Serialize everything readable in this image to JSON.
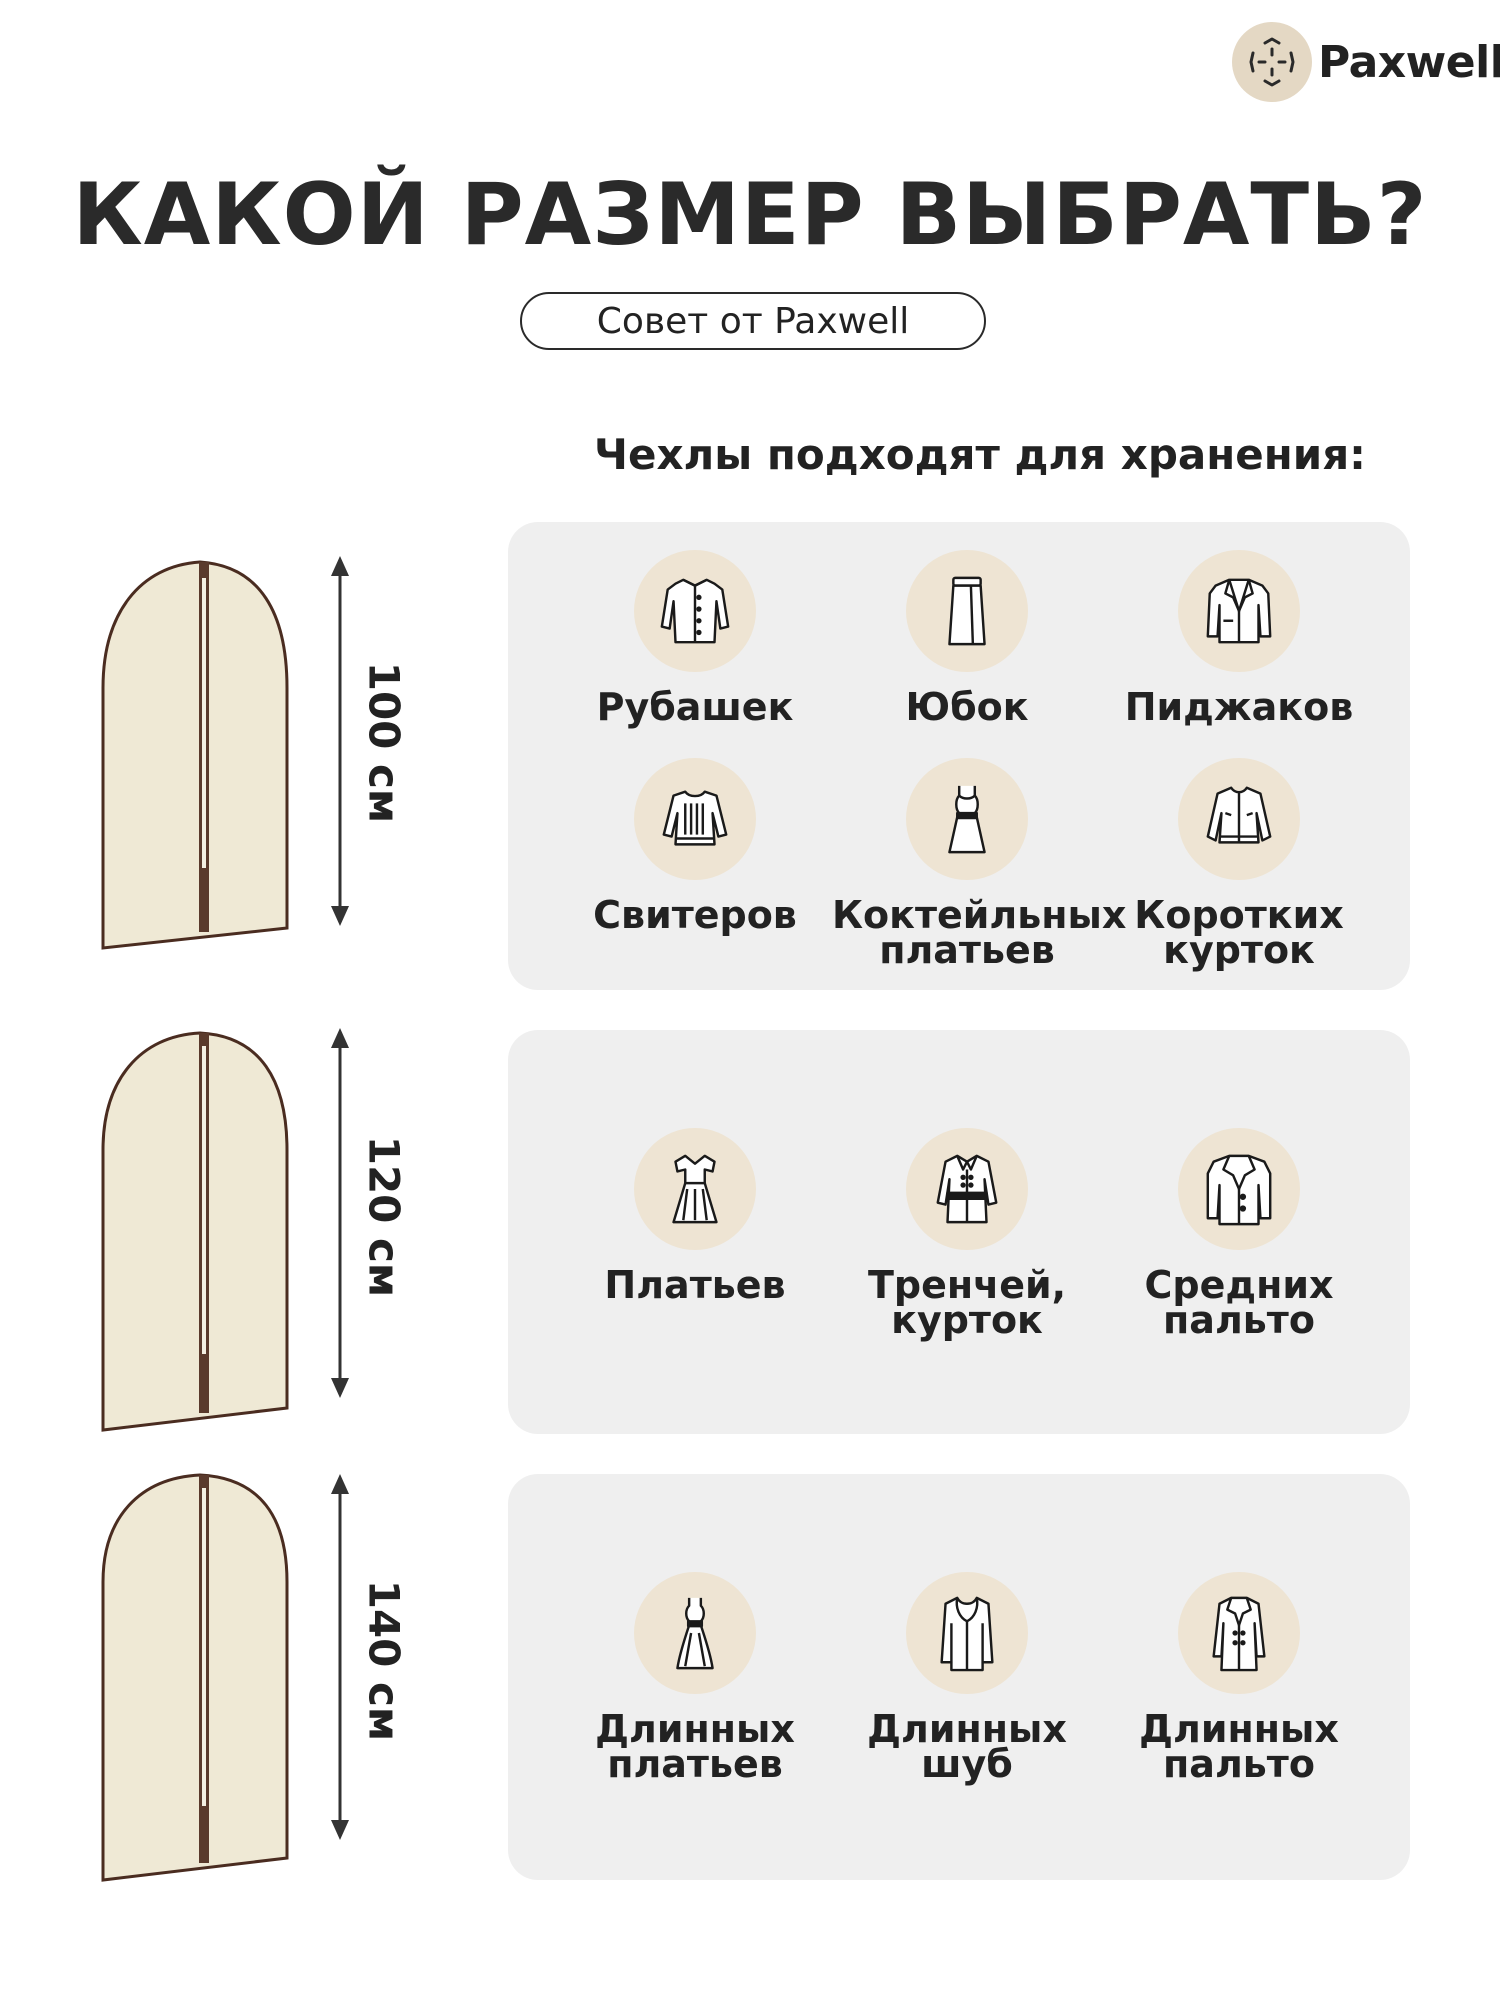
{
  "brand": {
    "name": "Paxwell",
    "tm": "™"
  },
  "title": "КАКОЙ РАЗМЕР ВЫБРАТЬ?",
  "advice": "Совет от Paxwell",
  "subtitle": "Чехлы подходят для хранения:",
  "colors": {
    "panel": "#efefef",
    "icon_bg": "#eee4d3",
    "bag": "#efe9d5",
    "bag_trim": "#4a2c20",
    "logo_bg": "#e4d8c4"
  },
  "sizes": [
    {
      "label": "100 см",
      "items": [
        {
          "label": "Рубашек",
          "icon": "shirt-icon"
        },
        {
          "label": "Юбок",
          "icon": "skirt-icon"
        },
        {
          "label": "Пиджаков",
          "icon": "jacket-icon"
        },
        {
          "label": "Свитеров",
          "icon": "sweater-icon"
        },
        {
          "label": "Коктейльных\nплатьев",
          "icon": "cocktail-dress-icon"
        },
        {
          "label": "Коротких\nкурток",
          "icon": "bomber-jacket-icon"
        }
      ]
    },
    {
      "label": "120 см",
      "items": [
        {
          "label": "Платьев",
          "icon": "dress-icon"
        },
        {
          "label": "Тренчей,\nкурток",
          "icon": "trench-coat-icon"
        },
        {
          "label": "Средних\nпальто",
          "icon": "coat-icon"
        }
      ]
    },
    {
      "label": "140 см",
      "items": [
        {
          "label": "Длинных\nплатьев",
          "icon": "long-dress-icon"
        },
        {
          "label": "Длинных\nшуб",
          "icon": "fur-coat-icon"
        },
        {
          "label": "Длинных\nпальто",
          "icon": "long-coat-icon"
        }
      ]
    }
  ]
}
